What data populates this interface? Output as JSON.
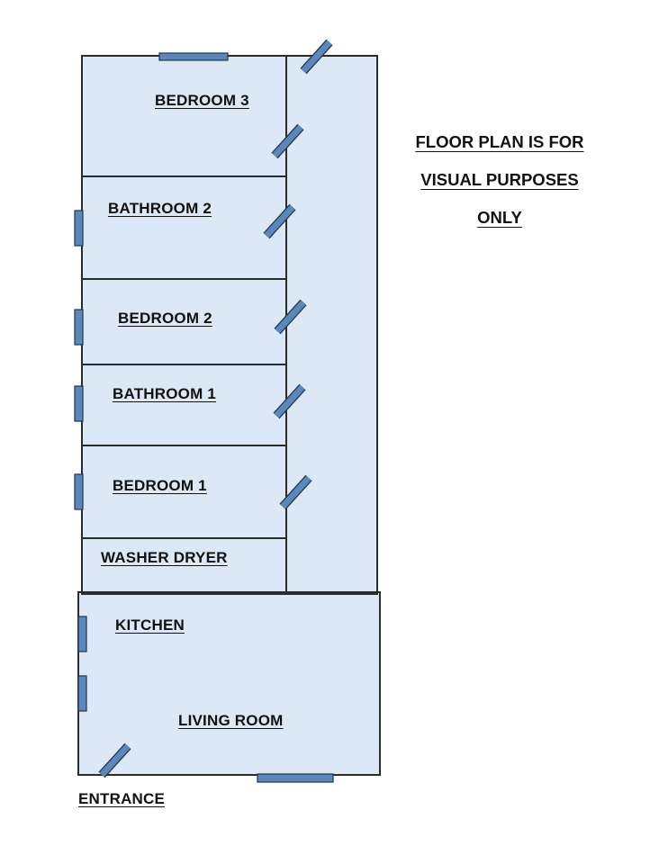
{
  "colors": {
    "room_fill": "#dce8f6",
    "wall": "#2b2b2b",
    "opening": "#5b88b8",
    "opening_edge": "#1f3550"
  },
  "rooms": {
    "bedroom3": "BEDROOM 3",
    "bathroom2": "BATHROOM 2",
    "bedroom2": "BEDROOM 2",
    "bathroom1": "BATHROOM 1",
    "bedroom1": "BEDROOM 1",
    "washer_dryer": "WASHER DRYER",
    "kitchen": "KITCHEN",
    "living_room": "LIVING ROOM"
  },
  "entrance": "ENTRANCE",
  "note": {
    "line1": "FLOOR PLAN IS FOR",
    "line2": "VISUAL PURPOSES",
    "line3": "ONLY"
  }
}
